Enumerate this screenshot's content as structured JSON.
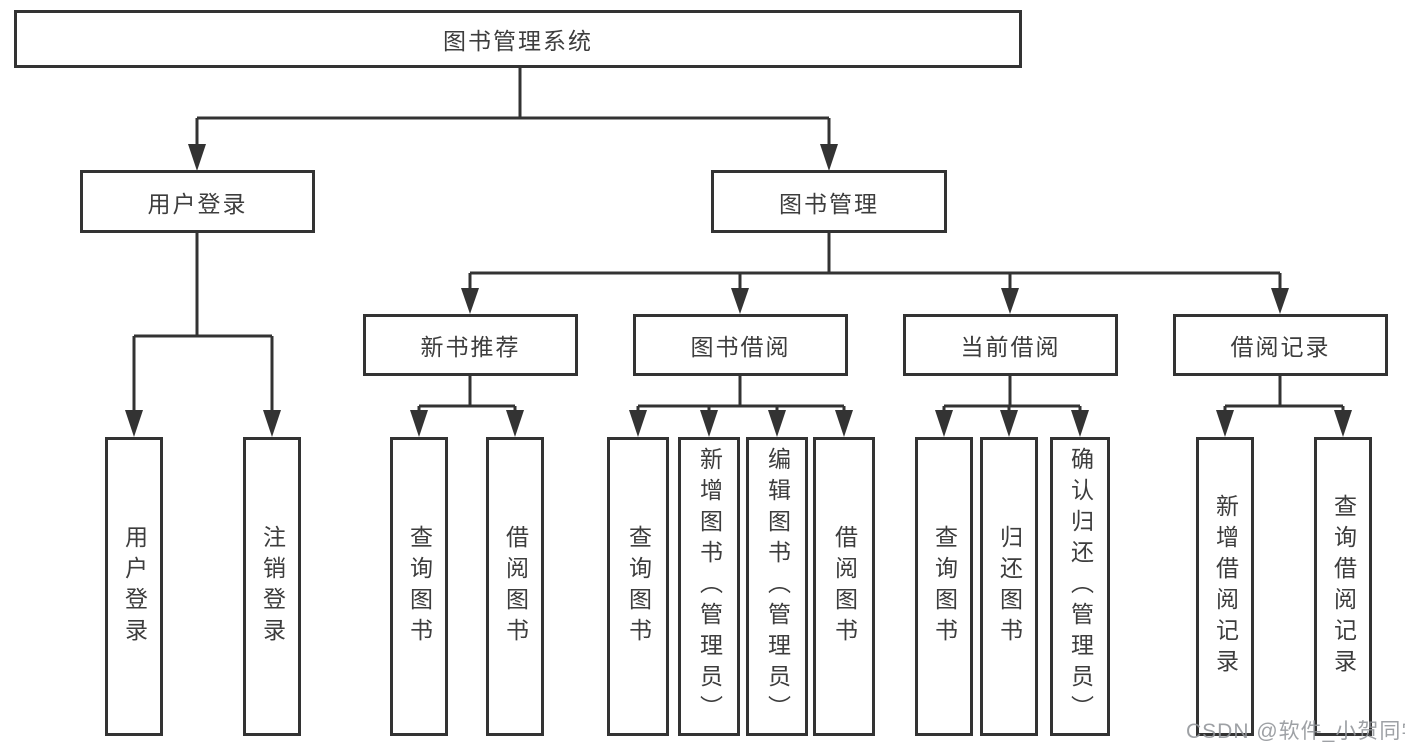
{
  "diagram": {
    "type": "hierarchy-tree",
    "tree": {
      "root": {
        "label": "图书管理系统",
        "children": [
          {
            "label": "用户登录",
            "children": [
              {
                "label": "用户登录"
              },
              {
                "label": "注销登录"
              }
            ]
          },
          {
            "label": "图书管理",
            "children": [
              {
                "label": "新书推荐",
                "children": [
                  {
                    "label": "查询图书"
                  },
                  {
                    "label": "借阅图书"
                  }
                ]
              },
              {
                "label": "图书借阅",
                "children": [
                  {
                    "label": "查询图书"
                  },
                  {
                    "label": "新增图书（管理员）"
                  },
                  {
                    "label": "编辑图书（管理员）"
                  },
                  {
                    "label": "借阅图书"
                  }
                ]
              },
              {
                "label": "当前借阅",
                "children": [
                  {
                    "label": "查询图书"
                  },
                  {
                    "label": "归还图书"
                  },
                  {
                    "label": "确认归还（管理员）"
                  }
                ]
              },
              {
                "label": "借阅记录",
                "children": [
                  {
                    "label": "新增借阅记录"
                  },
                  {
                    "label": "查询借阅记录"
                  }
                ]
              }
            ]
          }
        ]
      }
    },
    "colors": {
      "line": "#333333",
      "box_border": "#333333",
      "box_fill": "#ffffff",
      "text": "#3d3d3d",
      "background": "#ffffff",
      "watermark_text_color": "#919498"
    }
  },
  "watermark": {
    "text": "CSDN @软件_小贺同学"
  }
}
